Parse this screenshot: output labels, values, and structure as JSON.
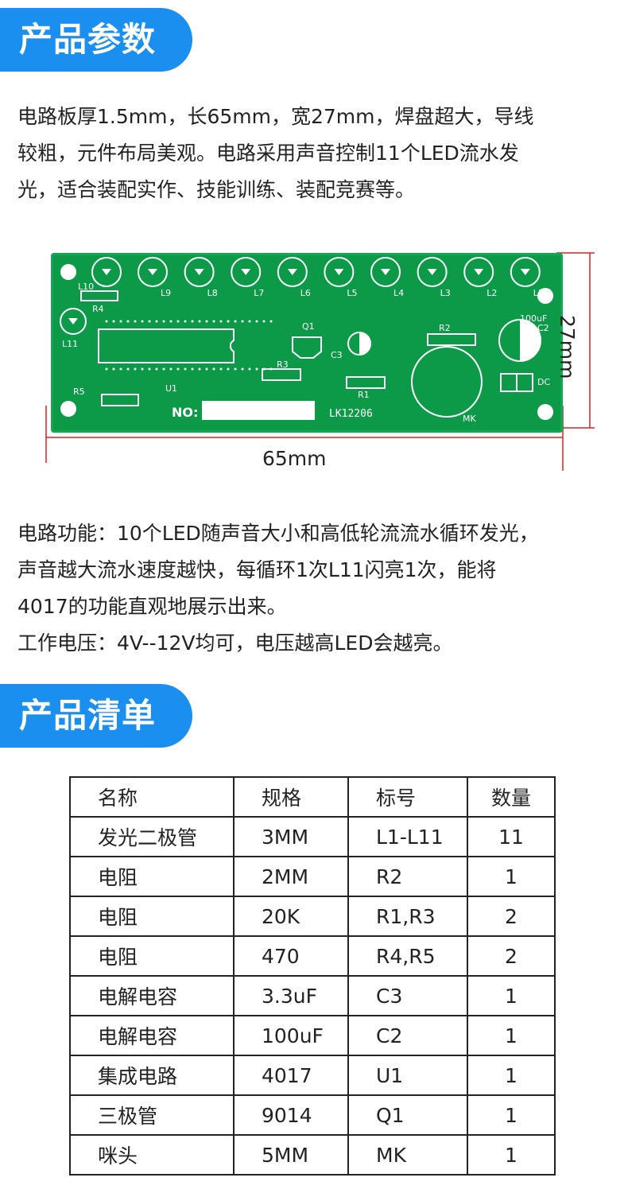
{
  "sections": {
    "params_title": "产品参数",
    "list_title": "产品清单"
  },
  "intro": {
    "lines": [
      "电路板厚1.5mm，长65mm，宽27mm，焊盘超大，导线",
      "较粗，元件布局美观。电路采用声音控制11个LED流水发",
      "光，适合装配实作、技能训练、装配竞赛等。"
    ]
  },
  "pcb": {
    "width_label": "65mm",
    "height_label": "27mm",
    "silk": {
      "leds": [
        "L9",
        "L8",
        "L7",
        "L6",
        "L5",
        "L4",
        "L3",
        "L2",
        "L1"
      ],
      "l10": "L10",
      "l11": "L11",
      "r4": "R4",
      "r5": "R5",
      "u1": "U1",
      "q1": "Q1",
      "r3": "R3",
      "c3": "C3",
      "r1": "R1",
      "r2": "R2",
      "c2_value": "100uF",
      "c2": "C2",
      "dc": "DC",
      "mk": "MK",
      "no": "NO:",
      "model": "LK12206"
    }
  },
  "function": {
    "lines": [
      "电路功能：10个LED随声音大小和高低轮流流水循环发光，",
      "声音越大流水速度越快，每循环1次L11闪亮1次，能将",
      "4017的功能直观地展示出来。",
      "工作电压：4V--12V均可，电压越高LED会越亮。"
    ]
  },
  "bom": {
    "headers": [
      "名称",
      "规格",
      "标号",
      "数量"
    ],
    "rows": [
      [
        "发光二极管",
        "3MM",
        "L1-L11",
        "11"
      ],
      [
        "电阻",
        "2MM",
        "R2",
        "1"
      ],
      [
        "电阻",
        "20K",
        "R1,R3",
        "2"
      ],
      [
        "电阻",
        "470",
        "R4,R5",
        "2"
      ],
      [
        "电解电容",
        "3.3uF",
        "C3",
        "1"
      ],
      [
        "电解电容",
        "100uF",
        "C2",
        "1"
      ],
      [
        "集成电路",
        "4017",
        "U1",
        "1"
      ],
      [
        "三极管",
        "9014",
        "Q1",
        "1"
      ],
      [
        "咪头",
        "5MM",
        "MK",
        "1"
      ]
    ]
  },
  "colors": {
    "tab_blue": "#1a8ff0",
    "pcb_green": "#0c9a48",
    "dimension_red": "#e02020"
  }
}
